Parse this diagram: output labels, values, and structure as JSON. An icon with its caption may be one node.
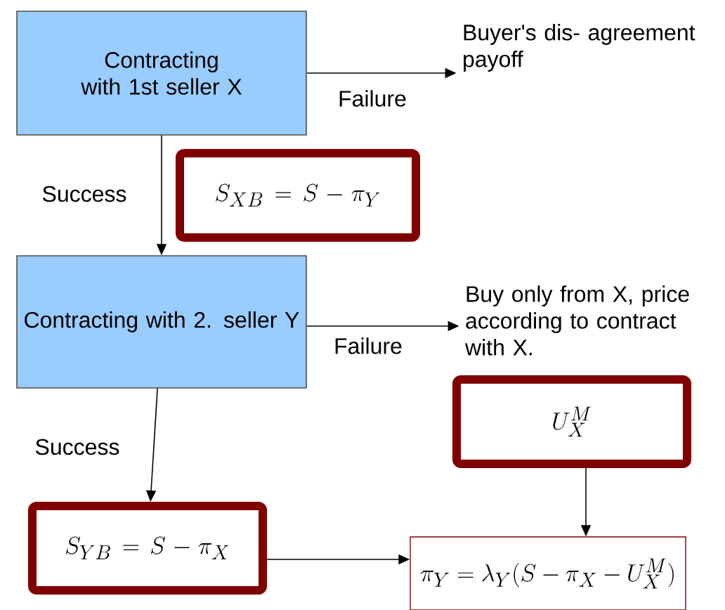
{
  "diagram": {
    "nodes": [
      {
        "text": [
          "Contracting with 1st seller X"
        ]
      },
      {
        "text": [
          "Buyer's dis- agreement payoff"
        ]
      },
      {
        "text": [
          "S_{XB} = S - \\pi_{Y}"
        ]
      },
      {
        "text": [
          "Contracting with 2. seller Y"
        ]
      },
      {
        "text": [
          "Buy only from X, price according to contract with X."
        ]
      },
      {
        "text": [
          "U_{X}^{M}"
        ]
      },
      {
        "text": [
          "S_{YB} = S - \\pi_{X}"
        ]
      },
      {
        "text": [
          "\\pi_{Y} = \\lambda_{Y}(S - \\pi_{X} - U_{X}^{M})"
        ]
      }
    ],
    "edges": [
      {
        "from": 0,
        "to": 1,
        "arrow": "to",
        "label": "Failure"
      },
      {
        "from": 0,
        "to": 3,
        "arrow": "to",
        "label": "Success"
      },
      {
        "from": 3,
        "to": 4,
        "arrow": "to",
        "label": "Failure"
      },
      {
        "from": 3,
        "to": 6,
        "arrow": "to",
        "label": "Success"
      },
      {
        "from": 6,
        "to": 7,
        "arrow": "to"
      },
      {
        "from": 5,
        "to": 7,
        "arrow": "to"
      }
    ]
  }
}
